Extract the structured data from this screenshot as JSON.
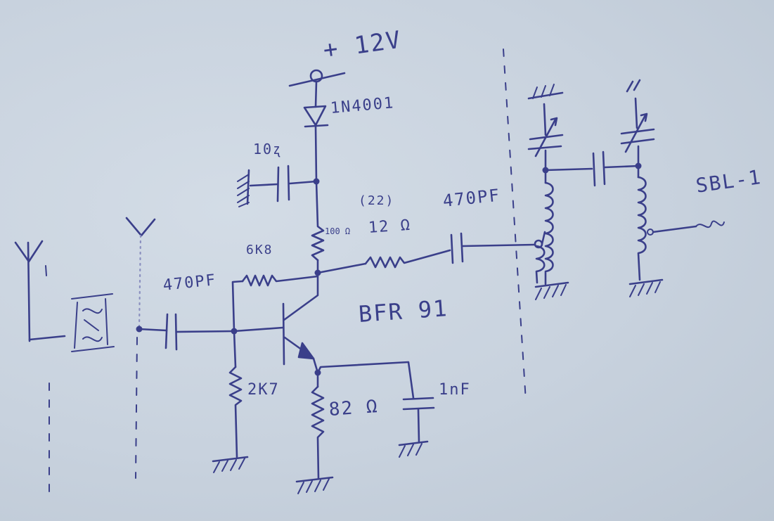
{
  "labels": {
    "supply": "+ 12V",
    "diode": "1N4001",
    "decoupling_cap": "10ʐ",
    "collector_res": "100 Ω",
    "alt_value": "(22)",
    "series_res": "12 Ω",
    "output_cap": "470PF",
    "bias_res": "6K8",
    "input_cap": "470PF",
    "transistor": "BFR 91",
    "base_res": "2K7",
    "emitter_res": "82 Ω",
    "emitter_cap": "1nF",
    "mixer": "SBL-1"
  },
  "colors": {
    "ink": "#3a3f8a",
    "paper": "#c9d3df"
  }
}
